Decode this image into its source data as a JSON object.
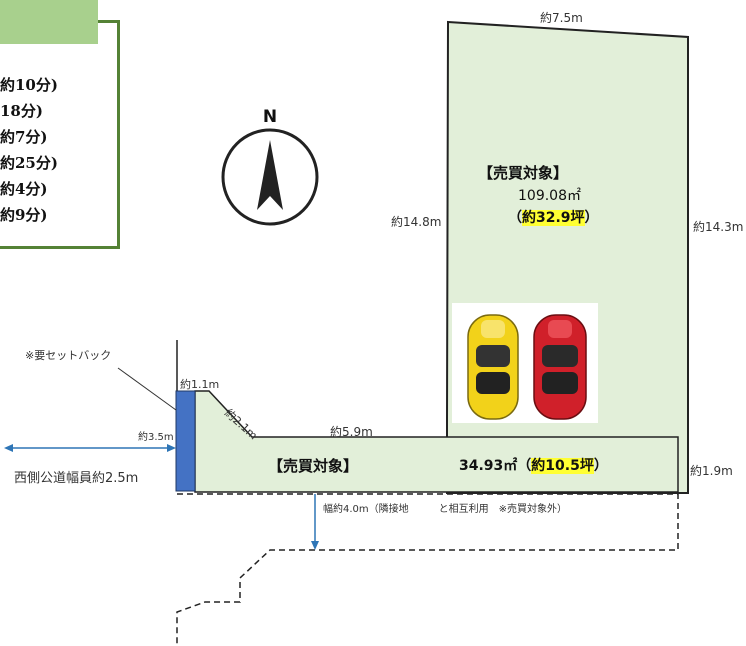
{
  "info_box": {
    "lines": [
      "約10分)",
      "18分)",
      "約7分)",
      "約25分)",
      "約4分)",
      "約9分)"
    ]
  },
  "north": {
    "label": "N"
  },
  "upper_lot": {
    "title": "【売買対象】",
    "area": "109.08㎡",
    "tsubo_open": "（",
    "tsubo": "約32.9坪",
    "tsubo_close": "）",
    "dim_top": "約7.5m",
    "dim_left": "約14.8m",
    "dim_right": "約14.3m",
    "fill_color": "#e2efd9"
  },
  "lower_lot": {
    "title": "【売買対象】",
    "area": "34.93㎡",
    "tsubo_open": "（",
    "tsubo": "約10.5坪",
    "tsubo_close": "）",
    "dim_top": "約5.9m",
    "dim_diag": "約2.1m",
    "dim_corner": "約1.1m",
    "dim_right": "約1.9m",
    "dim_left": "約3.5m"
  },
  "road": {
    "setback_note": "※要セットバック",
    "west_road": "西側公道幅員約2.5m",
    "shared_road": "幅約4.0m（隣接地　　　と相互利用　※売買対象外）"
  },
  "colors": {
    "setback_blue": "#4472c4",
    "highlight": "#ffff33",
    "box_border": "#548235"
  },
  "cars": {
    "left": "yellow-car",
    "right": "red-car"
  }
}
